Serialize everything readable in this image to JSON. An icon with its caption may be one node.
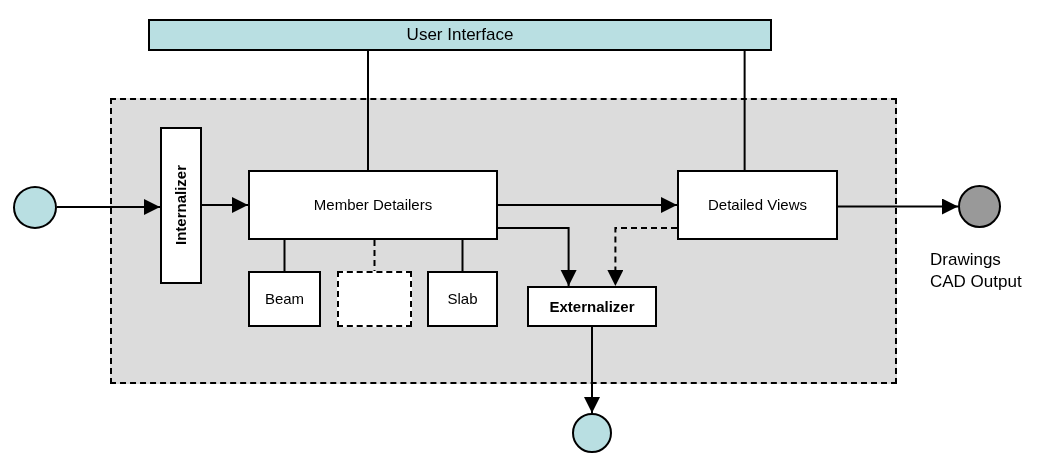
{
  "diagram": {
    "nodes": [
      {
        "text": [
          "User Interface"
        ]
      },
      {
        "text": [],
        "shape": "box"
      },
      {
        "text": [
          "Internalizer"
        ],
        "in": 1
      },
      {
        "text": [
          "Member Detailers"
        ],
        "in": 1
      },
      {
        "text": [
          "Beam"
        ],
        "in": 1
      },
      {
        "text": [],
        "shape": "box",
        "in": 1
      },
      {
        "text": [
          "Slab"
        ],
        "in": 1
      },
      {
        "text": [
          "Detailed Views"
        ],
        "in": 1
      },
      {
        "text": [
          "Externalizer"
        ],
        "in": 1
      },
      {
        "text": [],
        "shape": "circle"
      },
      {
        "text": [],
        "shape": "circle",
        "beside": [
          "Drawings CAD Output"
        ]
      },
      {
        "text": [],
        "shape": "circle"
      }
    ],
    "edges": [
      {
        "from": 9,
        "to": 2,
        "arrow": "to"
      },
      {
        "from": 2,
        "to": 3,
        "arrow": "to"
      },
      {
        "from": 3,
        "to": 7,
        "arrow": "to"
      },
      {
        "from": 7,
        "to": 10,
        "arrow": "to"
      },
      {
        "from": 3,
        "to": 8,
        "arrow": "to"
      },
      {
        "from": 7,
        "to": 8,
        "arrow": "to",
        "style": "dashed"
      },
      {
        "from": 8,
        "to": 11,
        "arrow": "to"
      },
      {
        "from": 0,
        "to": 3,
        "arrow": "none"
      },
      {
        "from": 0,
        "to": 7,
        "arrow": "none"
      },
      {
        "from": 3,
        "to": 4,
        "arrow": "none"
      },
      {
        "from": 3,
        "to": 5,
        "arrow": "none",
        "style": "dashed"
      },
      {
        "from": 3,
        "to": 6,
        "arrow": "none"
      }
    ]
  }
}
